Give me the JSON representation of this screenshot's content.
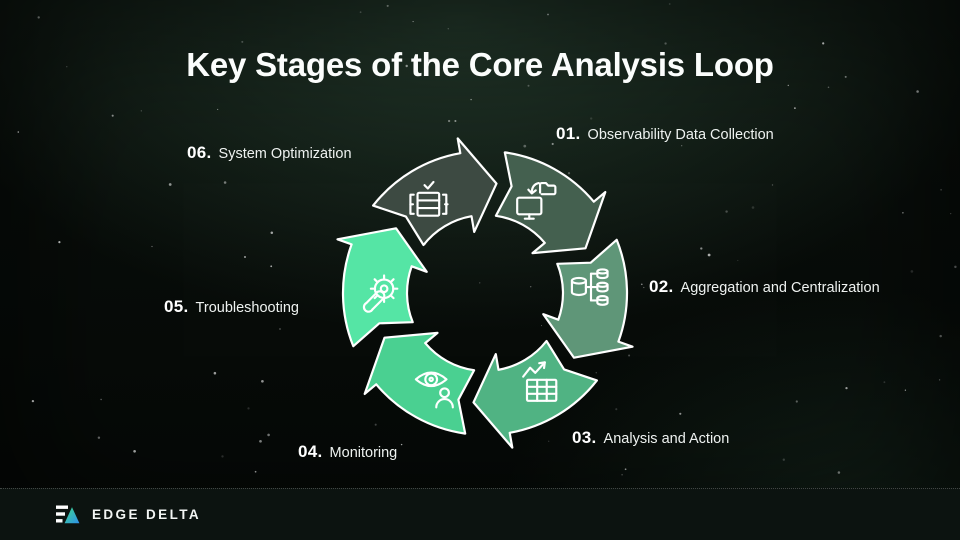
{
  "title": "Key Stages of the Core Analysis Loop",
  "diagram": {
    "type": "cycle-loop",
    "direction": "clockwise",
    "stages": [
      {
        "number": "01.",
        "label": "Observability Data Collection",
        "color": "#44604F",
        "icon": "data-collection-icon"
      },
      {
        "number": "02.",
        "label": "Aggregation and Centralization",
        "color": "#5F9678",
        "icon": "aggregation-icon"
      },
      {
        "number": "03.",
        "label": "Analysis and Action",
        "color": "#50B383",
        "icon": "analysis-chart-icon"
      },
      {
        "number": "04.",
        "label": "Monitoring",
        "color": "#4AD091",
        "icon": "monitoring-eye-icon"
      },
      {
        "number": "05.",
        "label": "Troubleshooting",
        "color": "#55E5A5",
        "icon": "troubleshooting-wrench-icon"
      },
      {
        "number": "06.",
        "label": "System Optimization",
        "color": "#3D4A42",
        "icon": "optimization-server-icon"
      }
    ],
    "arrow_outline_color": "#FFFFFF"
  },
  "footer": {
    "brand": "EDGE DELTA",
    "logo_colors": {
      "green": "#3FE081",
      "blue": "#2E8BF0",
      "bars": "#FFFFFF"
    }
  }
}
